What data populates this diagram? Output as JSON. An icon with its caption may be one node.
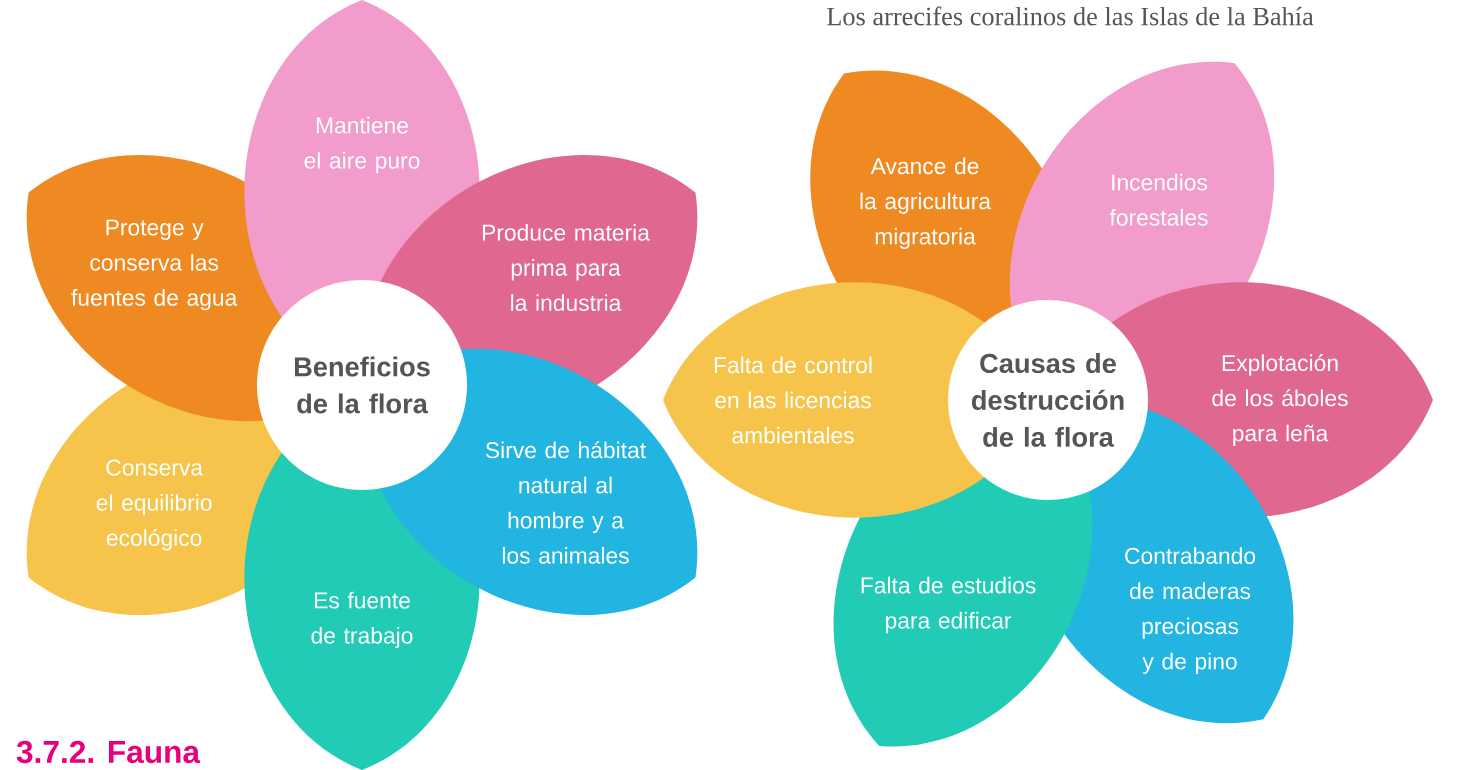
{
  "diagram": {
    "nodes": [
      {
        "text": [
          "Beneficios de la flora"
        ]
      },
      {
        "text": [
          "Mantiene el aire puro"
        ]
      },
      {
        "text": [
          "Produce materia prima para la industria"
        ]
      },
      {
        "text": [
          "Sirve de hábitat natural al hombre y a los animales"
        ]
      },
      {
        "text": [
          "Es fuente de trabajo"
        ]
      },
      {
        "text": [
          "Conserva el equilibrio ecológico"
        ]
      },
      {
        "text": [
          "Protege y conserva las fuentes de agua"
        ]
      },
      {
        "text": [
          "Causas de destrucción de la flora"
        ]
      },
      {
        "text": [
          "Avance de la agricultura migratoria"
        ]
      },
      {
        "text": [
          "Incendios forestales"
        ]
      },
      {
        "text": [
          "Explotación de los áboles para leña"
        ]
      },
      {
        "text": [
          "Contrabando de maderas preciosas y de pino"
        ]
      },
      {
        "text": [
          "Falta de estudios para edificar"
        ]
      },
      {
        "text": [
          "Falta de control en las licencias ambientales"
        ]
      }
    ],
    "labels": [
      "Los arrecifes coralinos de las Islas de la Bahía",
      "3.7.2. Fauna"
    ]
  }
}
